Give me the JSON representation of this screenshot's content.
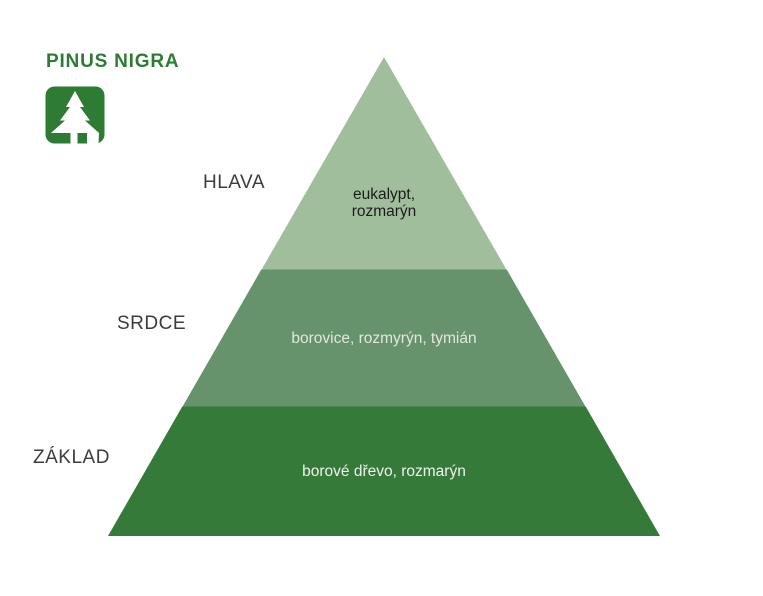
{
  "brand": {
    "title": "PINUS NIGRA",
    "color": "#2e7c33",
    "icon": "pine-tree-icon",
    "icon_glyph_color": "#ffffff"
  },
  "pyramid": {
    "type": "fragrance-pyramid",
    "levels": [
      {
        "key": "head",
        "label": "HLAVA",
        "notes": "eukalypt, rozmarýn",
        "notes_line1": "eukalypt,",
        "notes_line2": "rozmarýn",
        "color": "#a1be9c",
        "text_color": "#1c1c1c"
      },
      {
        "key": "heart",
        "label": "SRDCE",
        "notes": "borovice, rozmyrýn, tymián",
        "color": "#66926c",
        "text_color": "#e2e8de"
      },
      {
        "key": "base",
        "label": "ZÁKLAD",
        "notes": "borové dřevo, rozmarýn",
        "color": "#367a3a",
        "text_color": "#eff2ec"
      }
    ]
  }
}
